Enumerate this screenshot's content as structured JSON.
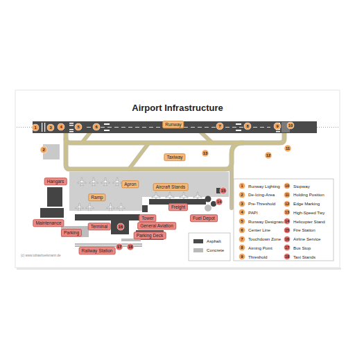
{
  "diagram": {
    "title": "Airport Infrastructure",
    "nodes": [
      {
        "text": [
          "1"
        ]
      },
      {
        "text": [
          "3"
        ]
      },
      {
        "text": [
          "4"
        ]
      },
      {
        "text": [
          "5"
        ]
      },
      {
        "text": [
          "6"
        ]
      },
      {
        "text": [
          "Runway"
        ]
      },
      {
        "text": [
          "7"
        ]
      },
      {
        "text": [
          "8"
        ]
      },
      {
        "text": [
          "9"
        ]
      },
      {
        "text": [
          "10"
        ]
      },
      {
        "text": [
          "2"
        ]
      },
      {
        "text": [
          "11"
        ]
      },
      {
        "text": [
          "Taxiway"
        ]
      },
      {
        "text": [
          "13"
        ]
      },
      {
        "text": [
          "12"
        ]
      },
      {
        "text": [
          "Hangars"
        ]
      },
      {
        "text": [
          "Apron"
        ]
      },
      {
        "text": [
          "Aircraft Stands"
        ]
      },
      {
        "text": [
          "15"
        ]
      },
      {
        "text": [
          "14"
        ]
      },
      {
        "text": [
          "Ramp"
        ]
      },
      {
        "text": [
          "Freight"
        ]
      },
      {
        "text": [
          "Maintenance"
        ]
      },
      {
        "text": [
          "Terminal"
        ]
      },
      {
        "text": [
          "16"
        ]
      },
      {
        "text": [
          "Tower"
        ]
      },
      {
        "text": [
          "Fuel Depot"
        ]
      },
      {
        "text": [
          "General Aviation"
        ]
      },
      {
        "text": [
          "Parking"
        ]
      },
      {
        "text": [
          "Parking Deck"
        ]
      },
      {
        "text": [
          "17"
        ]
      },
      {
        "text": [
          "18"
        ]
      },
      {
        "text": [
          "Railway Station"
        ]
      },
      {
        "text": [
          "1",
          "Runway Lighting"
        ]
      },
      {
        "text": [
          "10",
          "Stopway"
        ]
      },
      {
        "text": [
          "2",
          "De-Icing-Area"
        ]
      },
      {
        "text": [
          "11",
          "Holding Position"
        ]
      },
      {
        "text": [
          "3",
          "Pre-Threshold"
        ]
      },
      {
        "text": [
          "12",
          "Edge Marking"
        ]
      },
      {
        "text": [
          "4",
          "PAPI"
        ]
      },
      {
        "text": [
          "13",
          "High-Speed Twy"
        ]
      },
      {
        "text": [
          "5",
          "Runway Designator"
        ]
      },
      {
        "text": [
          "14",
          "Helicopter Stand"
        ]
      },
      {
        "text": [
          "6",
          "Center Line"
        ]
      },
      {
        "text": [
          "15",
          "Fire Station"
        ]
      },
      {
        "text": [
          "7",
          "Touchdown Zone"
        ]
      },
      {
        "text": [
          "16",
          "Airline Service"
        ]
      },
      {
        "text": [
          "8",
          "Aiming Point"
        ]
      },
      {
        "text": [
          "17",
          "Bus Stop"
        ]
      },
      {
        "text": [
          "9",
          "Threshold"
        ]
      },
      {
        "text": [
          "18",
          "Taxi Stands"
        ]
      }
    ],
    "labels": [
      "(c) www.tobiashuelsmann.de"
    ],
    "legend": [
      {
        "text": "Asphalt",
        "color": "#4a4a4a"
      },
      {
        "text": "Concrete",
        "color": "#b9b9b9"
      }
    ]
  }
}
